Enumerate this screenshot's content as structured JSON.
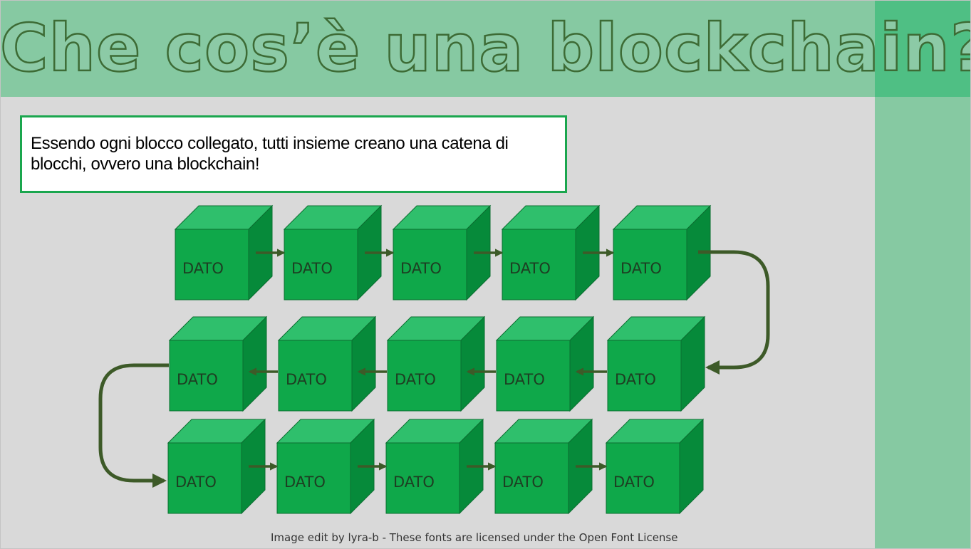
{
  "slide": {
    "title": "Che cos’è una  blockchain?",
    "body_text": "Essendo ogni blocco collegato, tutti insieme creano una catena di blocchi, ovvero una blockchain!",
    "footer_credit": "Image edit by lyra-b  - These fonts are licensed under the Open Font License"
  },
  "diagram": {
    "block_label": "DATO",
    "rows": [
      {
        "direction": "right",
        "blocks": [
          "DATO",
          "DATO",
          "DATO",
          "DATO",
          "DATO"
        ]
      },
      {
        "direction": "left",
        "blocks": [
          "DATO",
          "DATO",
          "DATO",
          "DATO",
          "DATO"
        ]
      },
      {
        "direction": "right",
        "blocks": [
          "DATO",
          "DATO",
          "DATO",
          "DATO",
          "DATO"
        ]
      }
    ]
  },
  "colors": {
    "header_band": "#86c9a2",
    "header_corner": "#4fbf84",
    "background": "#d9d9d9",
    "cube_front": "#0fa84a",
    "cube_top": "#2fbf6c",
    "cube_side": "#068a3a",
    "arrow": "#3d5a28",
    "textbox_border": "#1aa64e"
  }
}
